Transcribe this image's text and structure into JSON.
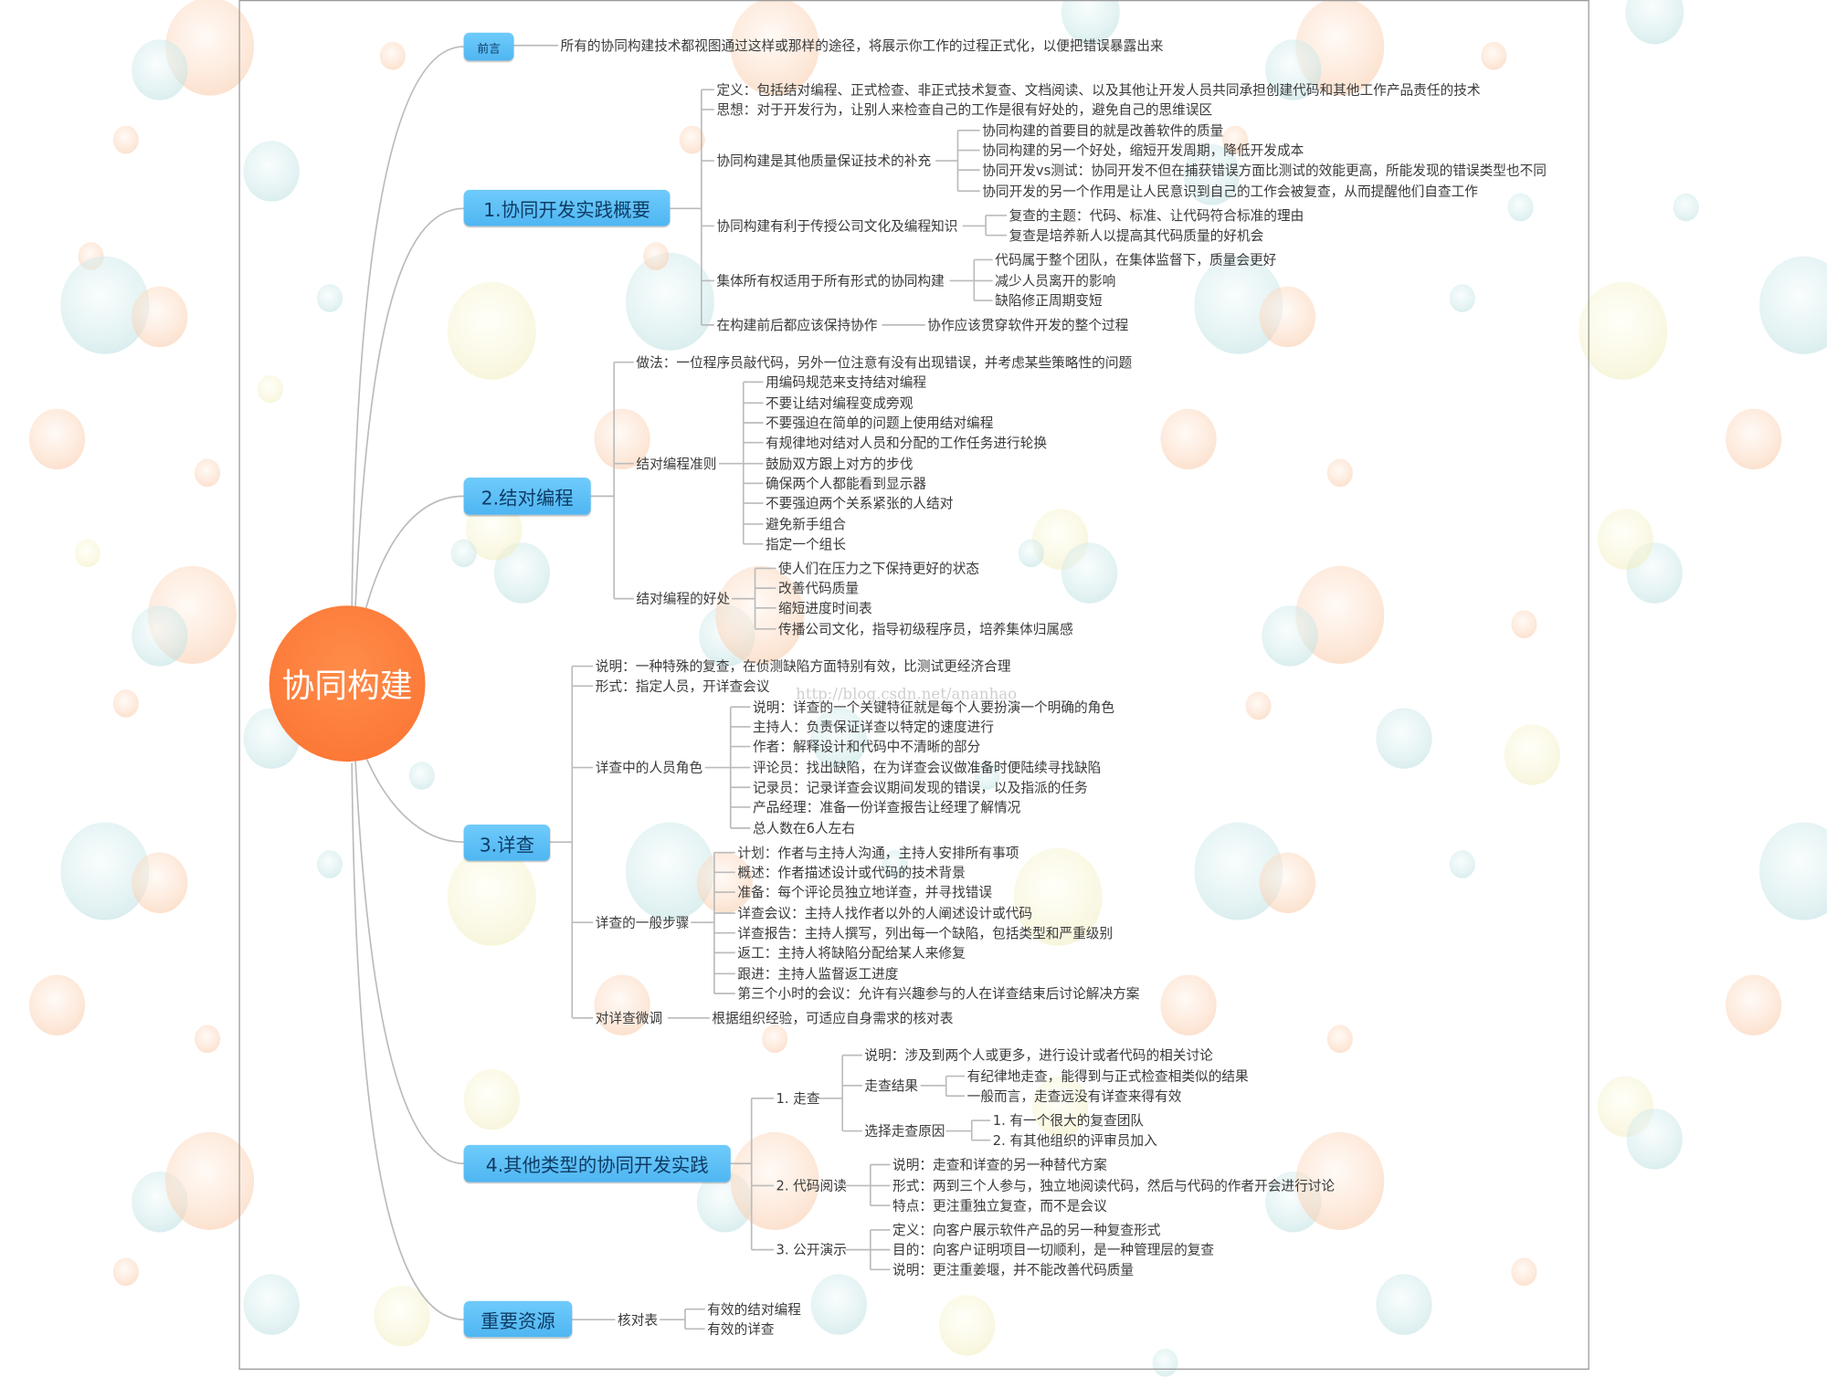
{
  "central": "协同构建",
  "watermark": "http://blog.csdn.net/ananhao",
  "preface": {
    "label": "前言",
    "text": "所有的协同构建技术都视图通过这样或那样的途径，将展示你工作的过程正式化，以便把错误暴露出来"
  },
  "section1": {
    "label": "1.协同开发实践概要",
    "definition": "定义：包括结对编程、正式检查、非正式技术复查、文档阅读、以及其他让开发人员共同承担创建代码和其他工作产品责任的技术",
    "idea": "思想：对于开发行为，让别人来检查自己的工作是很有好处的，避免自己的思维误区",
    "supplement": {
      "label": "协同构建是其他质量保证技术的补充",
      "items": [
        "协同构建的首要目的就是改善软件的质量",
        "协同构建的另一个好处，缩短开发周期，降低开发成本",
        "协同开发vs测试：协同开发不但在捕获错误方面比测试的效能更高，所能发现的错误类型也不同",
        "协同开发的另一个作用是让人民意识到自己的工作会被复查，从而提醒他们自查工作"
      ]
    },
    "culture": {
      "label": "协同构建有利于传授公司文化及编程知识",
      "items": [
        "复查的主题：代码、标准、让代码符合标准的理由",
        "复查是培养新人以提高其代码质量的好机会"
      ]
    },
    "ownership": {
      "label": "集体所有权适用于所有形式的协同构建",
      "items": [
        "代码属于整个团队，在集体监督下，质量会更好",
        "减少人员离开的影响",
        "缺陷修正周期变短"
      ]
    },
    "collab": {
      "label": "在构建前后都应该保持协作",
      "items": [
        "协作应该贯穿软件开发的整个过程"
      ]
    }
  },
  "section2": {
    "label": "2.结对编程",
    "method": "做法：一位程序员敲代码，另外一位注意有没有出现错误，并考虑某些策略性的问题",
    "guidelines": {
      "label": "结对编程准则",
      "items": [
        "用编码规范来支持结对编程",
        "不要让结对编程变成旁观",
        "不要强迫在简单的问题上使用结对编程",
        "有规律地对结对人员和分配的工作任务进行轮换",
        "鼓励双方跟上对方的步伐",
        "确保两个人都能看到显示器",
        "不要强迫两个关系紧张的人结对",
        "避免新手组合",
        "指定一个组长"
      ]
    },
    "benefits": {
      "label": "结对编程的好处",
      "items": [
        "使人们在压力之下保持更好的状态",
        "改善代码质量",
        "缩短进度时间表",
        "传播公司文化，指导初级程序员，培养集体归属感"
      ]
    }
  },
  "section3": {
    "label": "3.详查",
    "description": "说明：一种特殊的复查，在侦测缺陷方面特别有效，比测试更经济合理",
    "form": "形式：指定人员，开详查会议",
    "roles": {
      "label": "详查中的人员角色",
      "items": [
        "说明：详查的一个关键特征就是每个人要扮演一个明确的角色",
        "主持人：负责保证详查以特定的速度进行",
        "作者：解释设计和代码中不清晰的部分",
        "评论员：找出缺陷，在为详查会议做准备时便陆续寻找缺陷",
        "记录员：记录详查会议期间发现的错误，以及指派的任务",
        "产品经理：准备一份详查报告让经理了解情况",
        "总人数在6人左右"
      ]
    },
    "steps": {
      "label": "详查的一般步骤",
      "items": [
        "计划：作者与主持人沟通，主持人安排所有事项",
        "概述：作者描述设计或代码的技术背景",
        "准备：每个评论员独立地详查，并寻找错误",
        "详查会议：主持人找作者以外的人阐述设计或代码",
        "详查报告：主持人撰写，列出每一个缺陷，包括类型和严重级别",
        "返工：主持人将缺陷分配给某人来修复",
        "跟进：主持人监督返工进度",
        "第三个小时的会议：允许有兴趣参与的人在详查结束后讨论解决方案"
      ]
    },
    "tuning": {
      "label": "对详查微调",
      "items": [
        "根据组织经验，可适应自身需求的核对表"
      ]
    }
  },
  "section4": {
    "label": "4.其他类型的协同开发实践",
    "walkthrough": {
      "label": "1. 走查",
      "description": "说明：涉及到两个人或更多，进行设计或者代码的相关讨论",
      "results": {
        "label": "走查结果",
        "items": [
          "有纪律地走查，能得到与正式检查相类似的结果",
          "一般而言，走查远没有详查来得有效"
        ]
      },
      "reasons": {
        "label": "选择走查原因",
        "items": [
          "1. 有一个很大的复查团队",
          "2. 有其他组织的评审员加入"
        ]
      }
    },
    "reading": {
      "label": "2. 代码阅读",
      "items": [
        "说明：走查和详查的另一种替代方案",
        "形式：两到三个人参与，独立地阅读代码，然后与代码的作者开会进行讨论",
        "特点：更注重独立复查，而不是会议"
      ]
    },
    "demo": {
      "label": "3. 公开演示",
      "items": [
        "定义：向客户展示软件产品的另一种复查形式",
        "目的：向客户证明项目一切顺利，是一种管理层的复查",
        "说明：更注重姜堰，并不能改善代码质量"
      ]
    }
  },
  "resources": {
    "label": "重要资源",
    "checklist": {
      "label": "核对表",
      "items": [
        "有效的结对编程",
        "有效的详查"
      ]
    }
  },
  "colors": {
    "central": "#FB7231",
    "topic": "#5BC0F8",
    "line": "#BBBBBB",
    "text": "#3A3A3A"
  }
}
